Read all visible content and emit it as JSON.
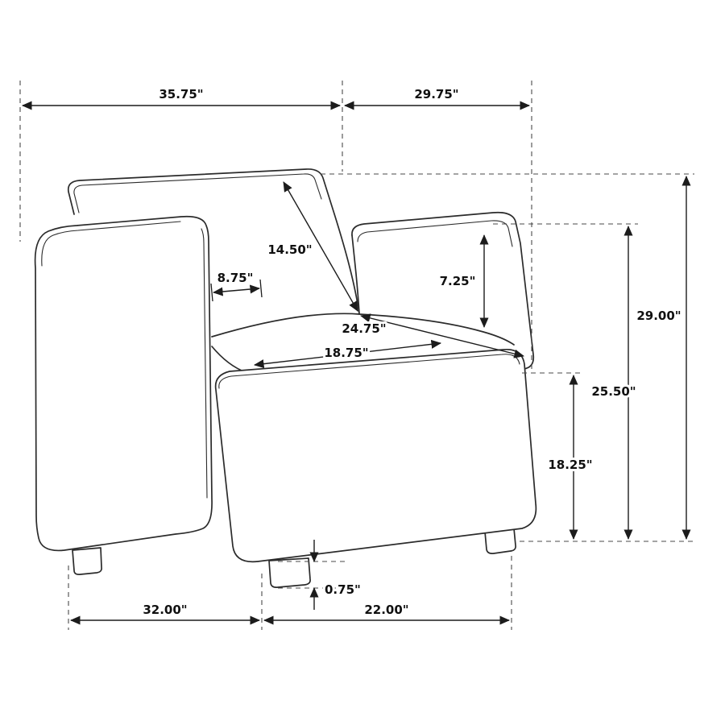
{
  "diagram": {
    "subject": "armchair-line-drawing",
    "view": "three-quarter-perspective"
  },
  "dimensions": {
    "top_left": "35.75\"",
    "top_right": "29.75\"",
    "back_diagonal": "14.50\"",
    "arm_top": "8.75\"",
    "inner_back": "7.25\"",
    "seat_diagonal_long": "24.75\"",
    "seat_diagonal_short": "18.75\"",
    "right_outer": "29.00\"",
    "right_middle": "25.50\"",
    "right_inner": "18.25\"",
    "leg": "0.75\"",
    "bottom_left": "32.00\"",
    "bottom_right": "22.00\""
  }
}
